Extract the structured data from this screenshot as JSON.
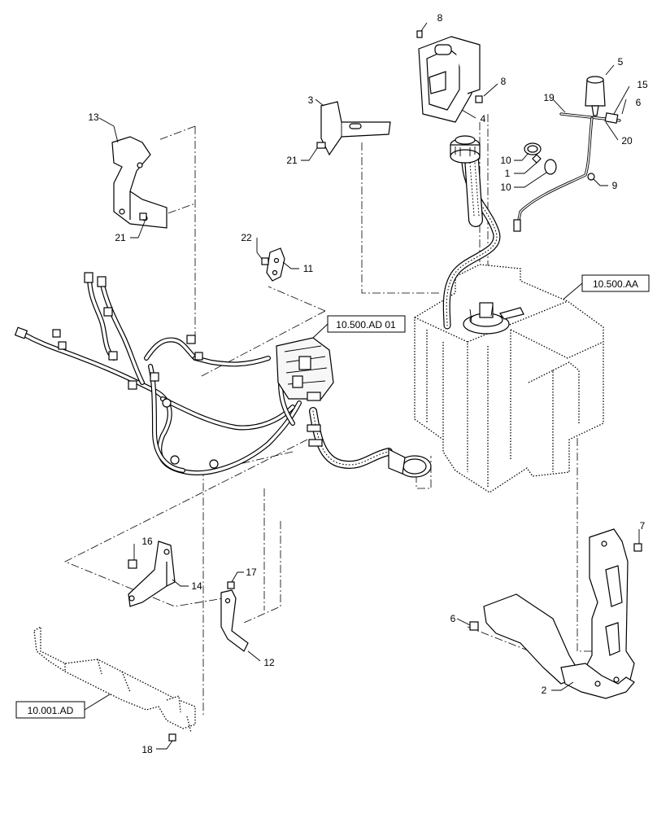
{
  "callouts": [
    {
      "id": "c8a",
      "text": "8"
    },
    {
      "id": "c8b",
      "text": "8"
    },
    {
      "id": "c5",
      "text": "5"
    },
    {
      "id": "c3",
      "text": "3"
    },
    {
      "id": "c4",
      "text": "4"
    },
    {
      "id": "c19",
      "text": "19"
    },
    {
      "id": "c15",
      "text": "15"
    },
    {
      "id": "c6a",
      "text": "6"
    },
    {
      "id": "c20",
      "text": "20"
    },
    {
      "id": "c13",
      "text": "13"
    },
    {
      "id": "c21a",
      "text": "21"
    },
    {
      "id": "c10a",
      "text": "10"
    },
    {
      "id": "c1",
      "text": "1"
    },
    {
      "id": "c10b",
      "text": "10"
    },
    {
      "id": "c9",
      "text": "9"
    },
    {
      "id": "c21b",
      "text": "21"
    },
    {
      "id": "c22",
      "text": "22"
    },
    {
      "id": "c11",
      "text": "11"
    },
    {
      "id": "c16",
      "text": "16"
    },
    {
      "id": "c14",
      "text": "14"
    },
    {
      "id": "c17",
      "text": "17"
    },
    {
      "id": "c12",
      "text": "12"
    },
    {
      "id": "c7",
      "text": "7"
    },
    {
      "id": "c6b",
      "text": "6"
    },
    {
      "id": "c2",
      "text": "2"
    },
    {
      "id": "c18",
      "text": "18"
    }
  ],
  "references": [
    {
      "id": "ref-tank",
      "text": "10.500.AA"
    },
    {
      "id": "ref-harness",
      "text": "10.500.AD 01"
    },
    {
      "id": "ref-frame",
      "text": "10.001.AD"
    }
  ]
}
